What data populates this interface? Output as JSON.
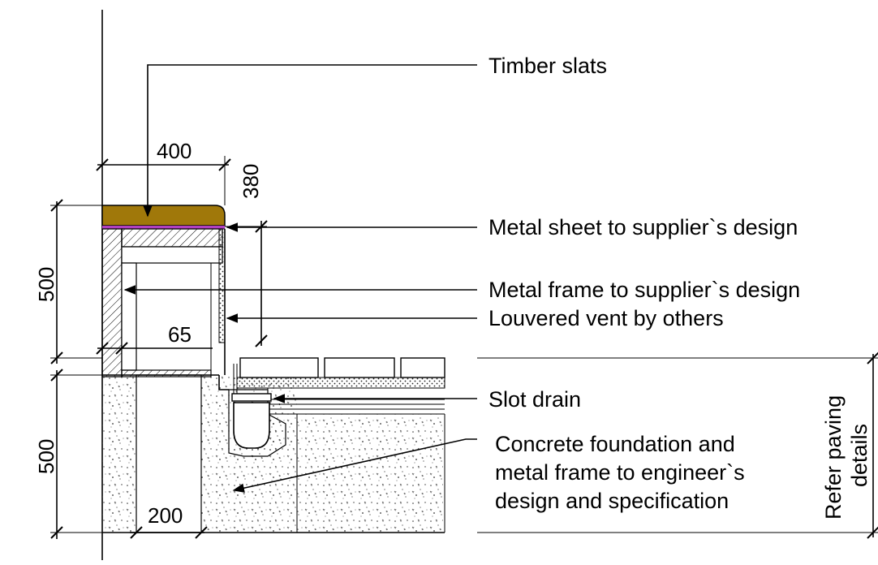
{
  "labels": {
    "timber_slats": "Timber slats",
    "metal_sheet": "Metal sheet to supplier`s design",
    "metal_frame": "Metal frame to supplier`s design",
    "louvered_vent": "Louvered vent by others",
    "slot_drain": "Slot drain",
    "concrete_line1": "Concrete foundation and",
    "concrete_line2": "metal frame to engineer`s",
    "concrete_line3": "design and specification",
    "refer_line1": "Refer paving",
    "refer_line2": "details"
  },
  "dimensions": {
    "width_top": "400",
    "vent_height": "380",
    "bench_height": "500",
    "foundation_depth": "500",
    "frame_offset": "65",
    "foundation_width": "200"
  },
  "colors": {
    "timber": "#a0780a",
    "metal_sheet_strip": "#b040c0",
    "line": "#000000"
  }
}
